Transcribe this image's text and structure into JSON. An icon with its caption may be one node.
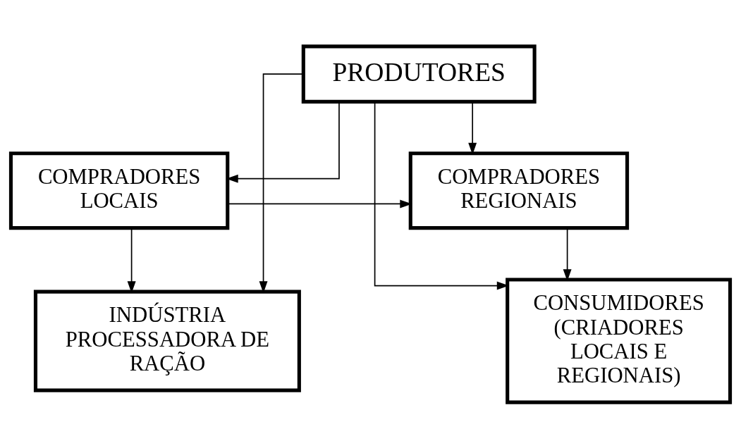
{
  "diagram": {
    "nodes": [
      {
        "text": [
          "PRODUTORES"
        ]
      },
      {
        "text": [
          "COMPRADORES LOCAIS"
        ]
      },
      {
        "text": [
          "COMPRADORES REGIONAIS"
        ]
      },
      {
        "text": [
          "INDÚSTRIA PROCESSADORA DE RAÇÃO"
        ]
      },
      {
        "text": [
          "CONSUMIDORES",
          "(CRIADORES LOCAIS E REGIONAIS)"
        ]
      }
    ],
    "edges": [
      {
        "from": 0,
        "to": 1,
        "arrow": "to"
      },
      {
        "from": 0,
        "to": 2,
        "arrow": "to"
      },
      {
        "from": 0,
        "to": 3,
        "arrow": "to"
      },
      {
        "from": 0,
        "to": 4,
        "arrow": "to"
      },
      {
        "from": 1,
        "to": 2,
        "arrow": "to"
      },
      {
        "from": 1,
        "to": 3,
        "arrow": "to"
      },
      {
        "from": 2,
        "to": 4,
        "arrow": "to"
      }
    ]
  }
}
